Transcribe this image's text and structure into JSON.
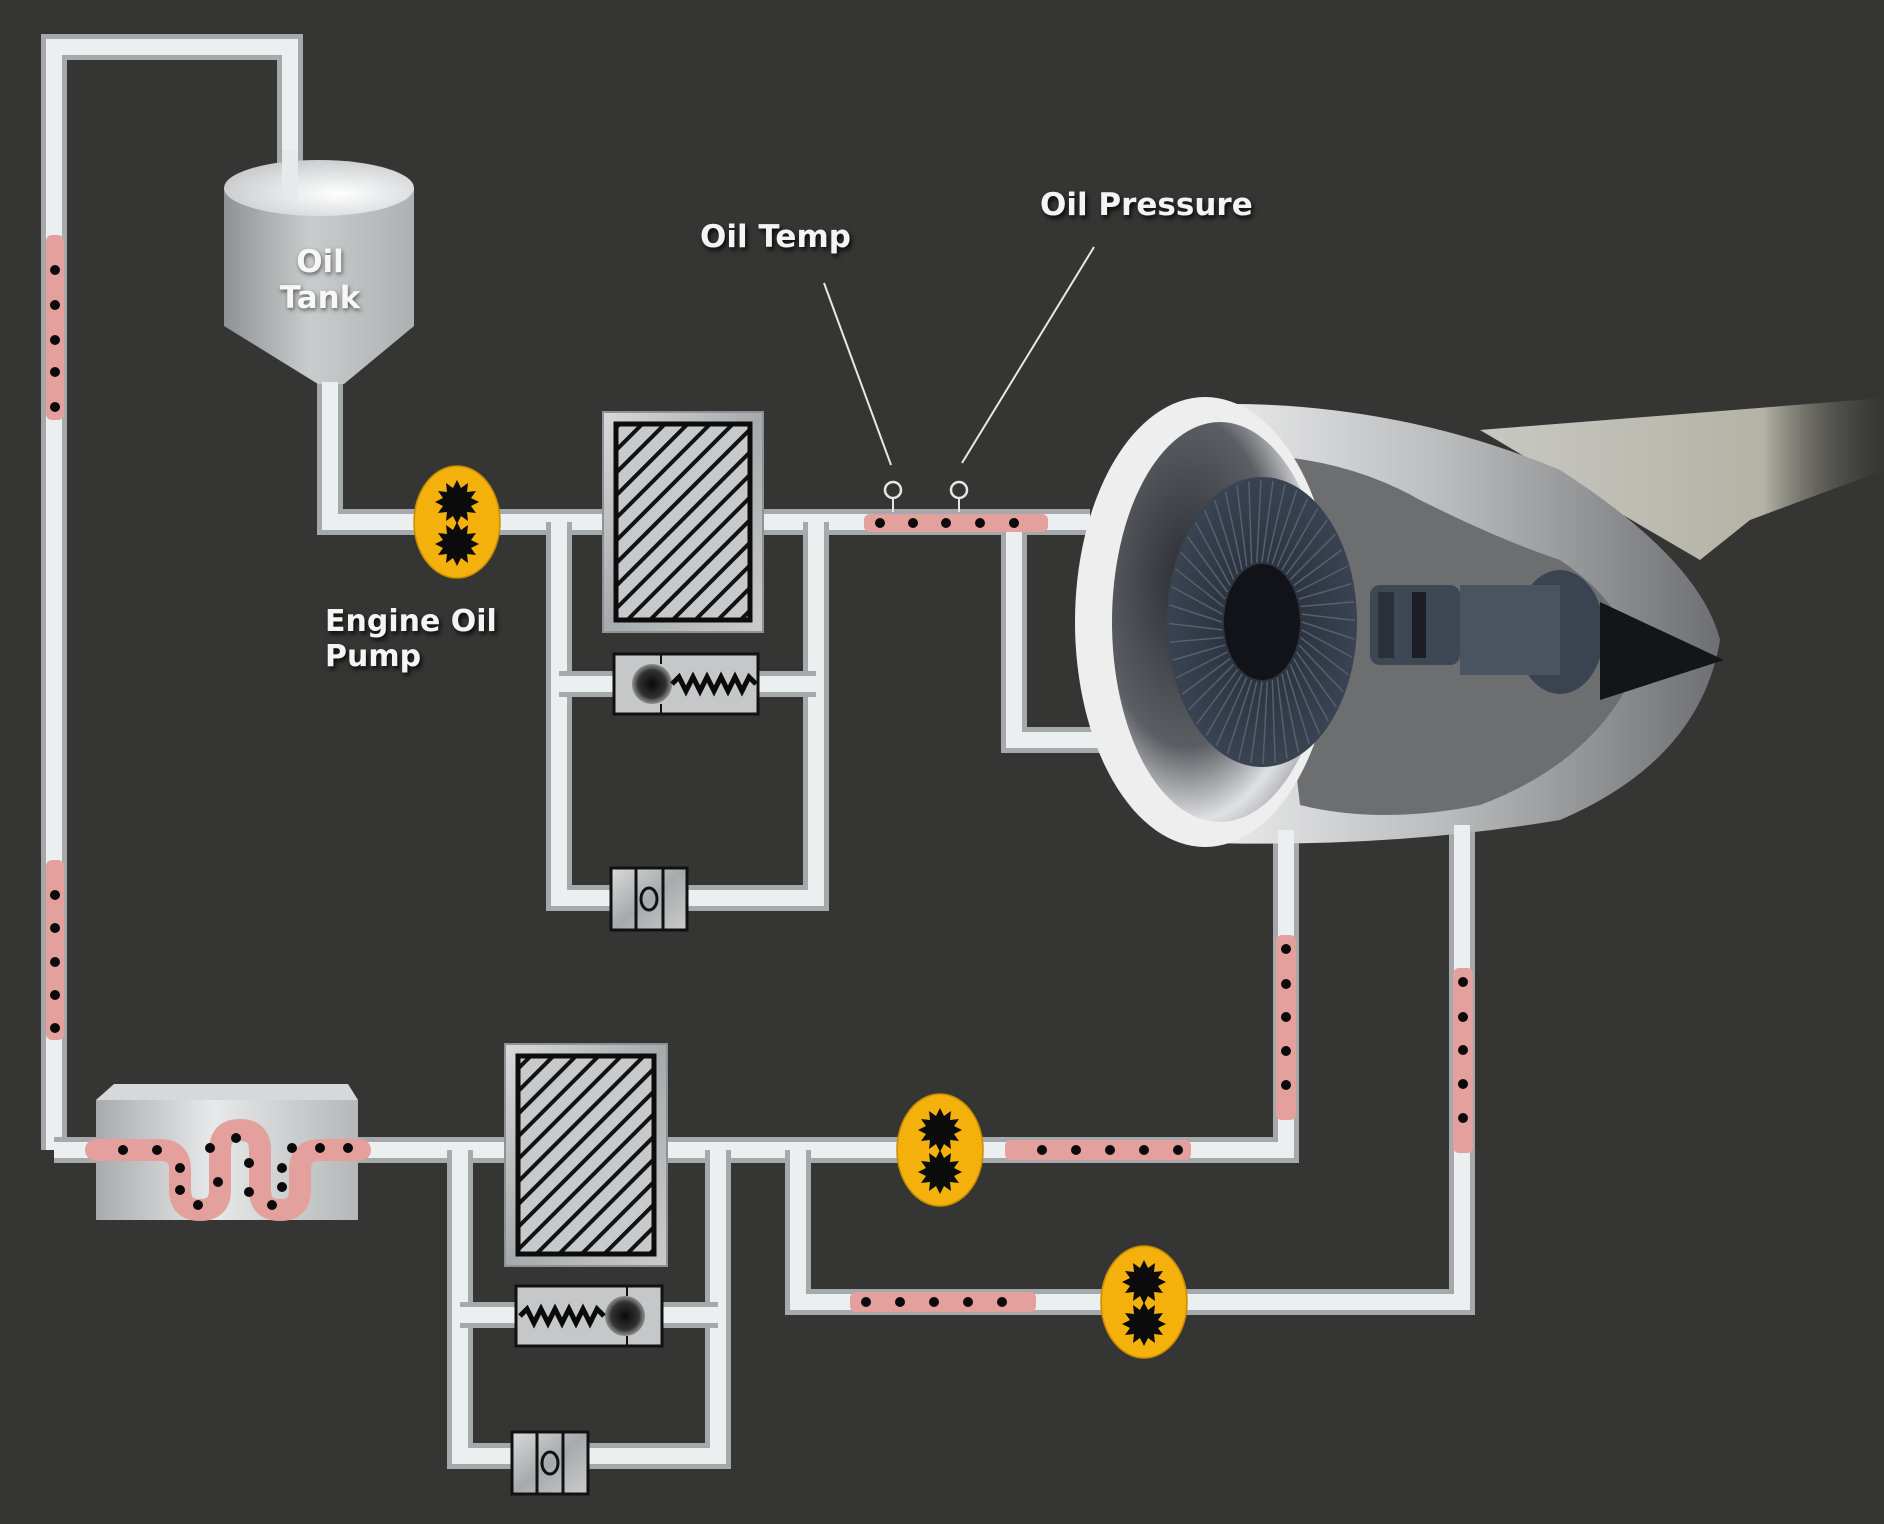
{
  "diagram": {
    "title": "Engine Oil System",
    "labels": {
      "oil_tank_line1": "Oil",
      "oil_tank_line2": "Tank",
      "engine_oil_pump_line1": "Engine Oil",
      "engine_oil_pump_line2": "Pump",
      "oil_temp": "Oil Temp",
      "oil_pressure": "Oil Pressure"
    },
    "components": [
      {
        "id": "oil-tank",
        "type": "tank"
      },
      {
        "id": "engine-oil-pump",
        "type": "gear-pump"
      },
      {
        "id": "pressure-filter",
        "type": "filter"
      },
      {
        "id": "pressure-filter-bypass-valve",
        "type": "spring-relief-valve"
      },
      {
        "id": "pressure-filter-check-valve",
        "type": "check-valve"
      },
      {
        "id": "oil-temp-sensor",
        "type": "sensor"
      },
      {
        "id": "oil-pressure-sensor",
        "type": "sensor"
      },
      {
        "id": "turbofan-engine",
        "type": "engine-cutaway"
      },
      {
        "id": "scavenge-pump-1",
        "type": "gear-pump"
      },
      {
        "id": "scavenge-pump-2",
        "type": "gear-pump"
      },
      {
        "id": "scavenge-filter",
        "type": "filter"
      },
      {
        "id": "scavenge-filter-bypass-valve",
        "type": "spring-relief-valve"
      },
      {
        "id": "scavenge-filter-check-valve",
        "type": "check-valve"
      },
      {
        "id": "fuel-oil-heat-exchanger",
        "type": "heat-exchanger"
      }
    ],
    "colors": {
      "background": "#353634",
      "pipe": "#e4e7e8",
      "pipe_shade": "#a9adaf",
      "oil_flow": "#e3a09c",
      "oil_particle": "#0a0a0a",
      "pump_body": "#f4b10c",
      "gear": "#0b0b0b",
      "label_text": "#f4f4f4"
    }
  }
}
